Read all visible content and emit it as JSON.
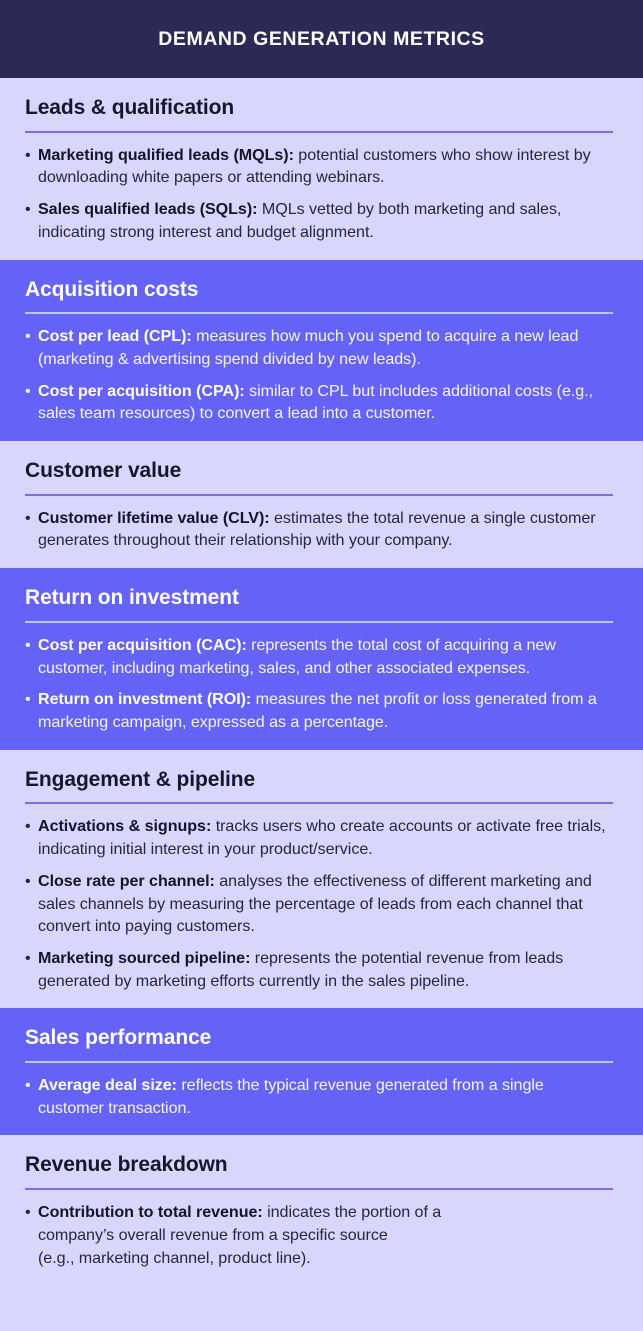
{
  "header": {
    "title": "DEMAND GENERATION METRICS"
  },
  "theme": {
    "header_bg": "#2b2a56",
    "light_bg": "#d8d6fc",
    "dark_bg": "#6563f7",
    "light_text": "#1b1b33",
    "dark_text": "#ffffff",
    "light_rule": "#7b6fe8",
    "dark_rule": "#c3c2fb"
  },
  "bullet_glyph": "•",
  "sections": [
    {
      "id": "leads-qualification",
      "heading": "Leads & qualification",
      "style": "light",
      "bullets": [
        {
          "term": "Marketing qualified leads (MQLs):",
          "desc": " potential customers who show interest by downloading white papers or attending webinars."
        },
        {
          "term": "Sales qualified leads (SQLs):",
          "desc": " MQLs vetted by both marketing and sales, indicating strong interest and budget alignment."
        }
      ]
    },
    {
      "id": "acquisition-costs",
      "heading": "Acquisition costs",
      "style": "dark",
      "bullets": [
        {
          "term": "Cost per lead (CPL):",
          "desc": " measures how much you spend to acquire a new lead (marketing & advertising spend divided by new leads)."
        },
        {
          "term": "Cost per acquisition (CPA):",
          "desc": " similar to CPL but includes additional costs (e.g., sales team resources) to convert a lead into a customer."
        }
      ]
    },
    {
      "id": "customer-value",
      "heading": "Customer value",
      "style": "light",
      "bullets": [
        {
          "term": "Customer lifetime value (CLV):",
          "desc": " estimates the total revenue a single customer generates throughout their relationship with your company."
        }
      ]
    },
    {
      "id": "return-on-investment",
      "heading": "Return on investment",
      "style": "dark",
      "bullets": [
        {
          "term": "Cost per acquisition (CAC):",
          "desc": " represents the total cost of acquiring a new customer, including marketing, sales, and other associated expenses."
        },
        {
          "term": "Return on investment (ROI):",
          "desc": " measures the net profit or loss generated from a marketing campaign, expressed as a percentage."
        }
      ]
    },
    {
      "id": "engagement-pipeline",
      "heading": "Engagement & pipeline",
      "style": "light",
      "bullets": [
        {
          "term": "Activations & signups:",
          "desc": " tracks users who create accounts or activate free trials, indicating initial interest in your product/service."
        },
        {
          "term": "Close rate per channel:",
          "desc": " analyses the effectiveness of different marketing and sales channels by measuring the percentage of leads from each channel that convert into paying customers."
        },
        {
          "term": "Marketing sourced pipeline:",
          "desc": " represents the potential revenue from leads generated by marketing efforts currently in the sales pipeline."
        }
      ]
    },
    {
      "id": "sales-performance",
      "heading": "Sales performance",
      "style": "dark",
      "bullets": [
        {
          "term": "Average deal size:",
          "desc": " reflects the typical revenue generated from a single customer transaction."
        }
      ]
    },
    {
      "id": "revenue-breakdown",
      "heading": "Revenue breakdown",
      "style": "light",
      "bullets": [
        {
          "term": "Contribution to total revenue:",
          "desc": " indicates the portion of a\ncompany’s overall revenue from a specific source\n(e.g., marketing channel, product line)."
        }
      ]
    }
  ]
}
